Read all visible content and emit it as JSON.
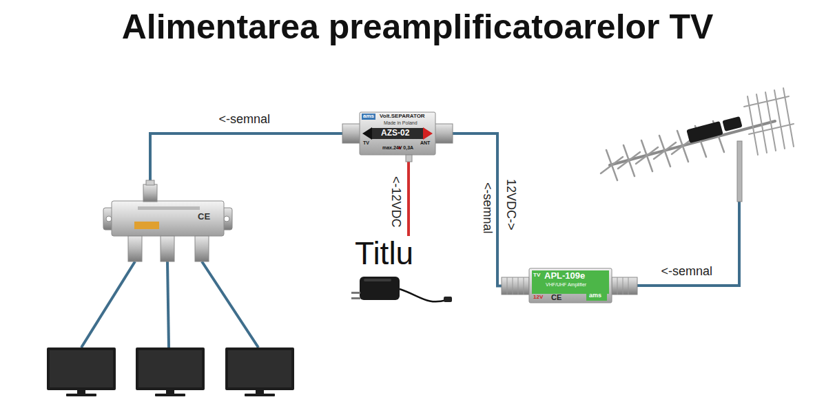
{
  "diagram": {
    "title": "Alimentarea preamplificatoarelor TV",
    "nodes": [
      {
        "text": [
          "CE"
        ]
      },
      {
        "text": [
          "ams",
          "Volt.SEPARATOR",
          "Made in Poland",
          "AZS-02",
          "TV",
          "ANT",
          "max.24V 0,3A"
        ]
      },
      {
        "text": [
          "Titlu"
        ]
      },
      {
        "text": [
          "APL-109e",
          "VHF/UHF Amplifier",
          "TV",
          "12V",
          "CE",
          "ams"
        ]
      }
    ],
    "edges": [
      {
        "from": 1,
        "to": 0,
        "arrow": "none",
        "label": "<-semnal"
      },
      {
        "from": 2,
        "to": 1,
        "arrow": "none",
        "label": "<-12VDC"
      },
      {
        "from": 1,
        "to": 3,
        "arrow": "none",
        "label": "12VDC->"
      }
    ],
    "labels": [
      "<-semnal",
      "<-semnal"
    ]
  }
}
